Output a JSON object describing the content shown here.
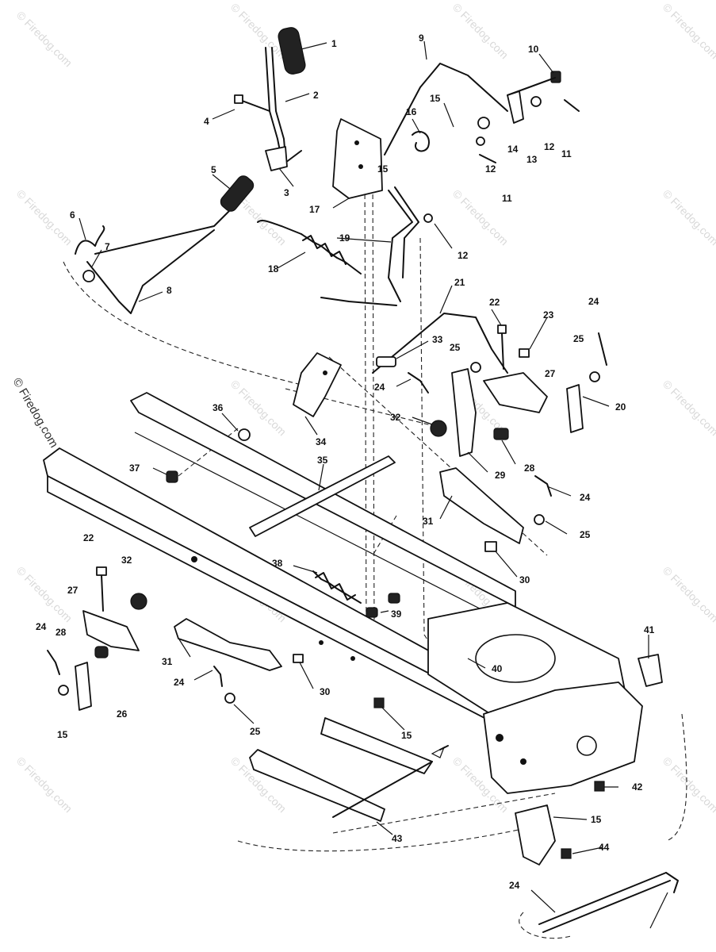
{
  "watermark": {
    "text": "© Firedog.com",
    "side_text": "© Firedog.com"
  },
  "callouts": [
    "1",
    "2",
    "4",
    "3",
    "5",
    "6",
    "7",
    "8",
    "9",
    "10",
    "15",
    "16",
    "14",
    "13",
    "12",
    "11",
    "12",
    "11",
    "15",
    "17",
    "19",
    "12",
    "18",
    "21",
    "22",
    "23",
    "24",
    "25",
    "33",
    "25",
    "27",
    "20",
    "24",
    "36",
    "34",
    "32",
    "28",
    "29",
    "37",
    "35",
    "24",
    "31",
    "25",
    "30",
    "22",
    "32",
    "38",
    "27",
    "24",
    "28",
    "39",
    "40",
    "41",
    "31",
    "26",
    "24",
    "30",
    "25",
    "15",
    "15",
    "42",
    "15",
    "44",
    "43",
    "24"
  ]
}
